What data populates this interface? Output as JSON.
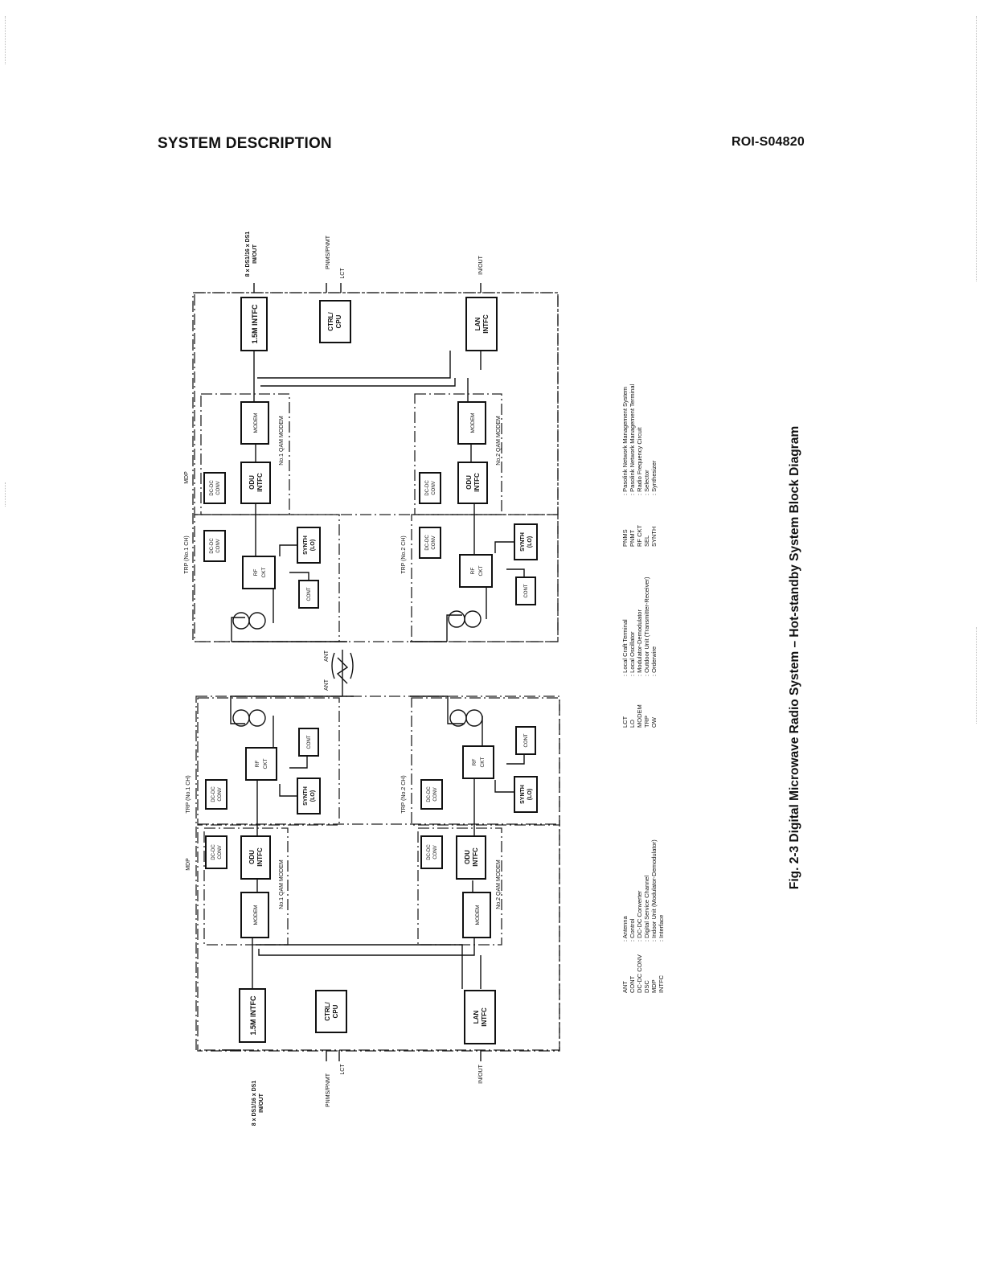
{
  "header": {
    "section_title": "SYSTEM DESCRIPTION",
    "doc_number": "ROI-S04820"
  },
  "figure": {
    "caption": "Fig. 2-3  Digital Microwave Radio System – Hot-standby System Block Diagram"
  },
  "station": {
    "io_main": "8 x DS1/16 x DS1\nIN/OUT",
    "io_pnms": "PNMS/PNMT",
    "io_lct": "LCT",
    "io_lan": "IN/OUT",
    "mdp": "MDP",
    "trp1": "TRP (No.1 CH)",
    "trp2": "TRP (No.2 CH)",
    "modem1_caption": "No.1 QAM MODEM",
    "modem2_caption": "No.2 QAM MODEM",
    "ant": "ANT",
    "blocks": {
      "intfc": "1.5M INTFC",
      "ctrl_cpu": "CTRL/\nCPU",
      "lan_intfc": "LAN\nINTFC",
      "modem": "MODEM",
      "odu_intfc": "ODU\nINTFC",
      "dcdc": "DC-DC\nCONV",
      "rf_ckt": "RF\nCKT",
      "synth": "SYNTH\n(LO)",
      "cont": "CONT"
    }
  },
  "legend": [
    {
      "abbr": "ANT",
      "desc": ": Antenna"
    },
    {
      "abbr": "CONT",
      "desc": ": Control"
    },
    {
      "abbr": "DC-DC CONV",
      "desc": ": DC-DC Converter"
    },
    {
      "abbr": "DSC",
      "desc": ": Digital Service Channel"
    },
    {
      "abbr": "MDP",
      "desc": ": Indoor Unit (Modulator-Demodulator)"
    },
    {
      "abbr": "INTFC",
      "desc": ": Interface"
    },
    {
      "abbr": "LCT",
      "desc": ": Local Craft Terminal"
    },
    {
      "abbr": "LO",
      "desc": ": Local Oscillator"
    },
    {
      "abbr": "MODEM",
      "desc": ": Modulator-Demodulator"
    },
    {
      "abbr": "TRP",
      "desc": ": Outdoor Unit (Transmitter-Receiver)"
    },
    {
      "abbr": "OW",
      "desc": ": Orderwire"
    },
    {
      "abbr": "PNMS",
      "desc": ": Pasolink Network Management System"
    },
    {
      "abbr": "PNMT",
      "desc": ": Pasolink Network Management Terminal"
    },
    {
      "abbr": "RF CKT",
      "desc": ": Radio Frequency Circuit"
    },
    {
      "abbr": "SEL",
      "desc": ": Selector"
    },
    {
      "abbr": "SYNTH",
      "desc": ": Synthesizer"
    }
  ]
}
